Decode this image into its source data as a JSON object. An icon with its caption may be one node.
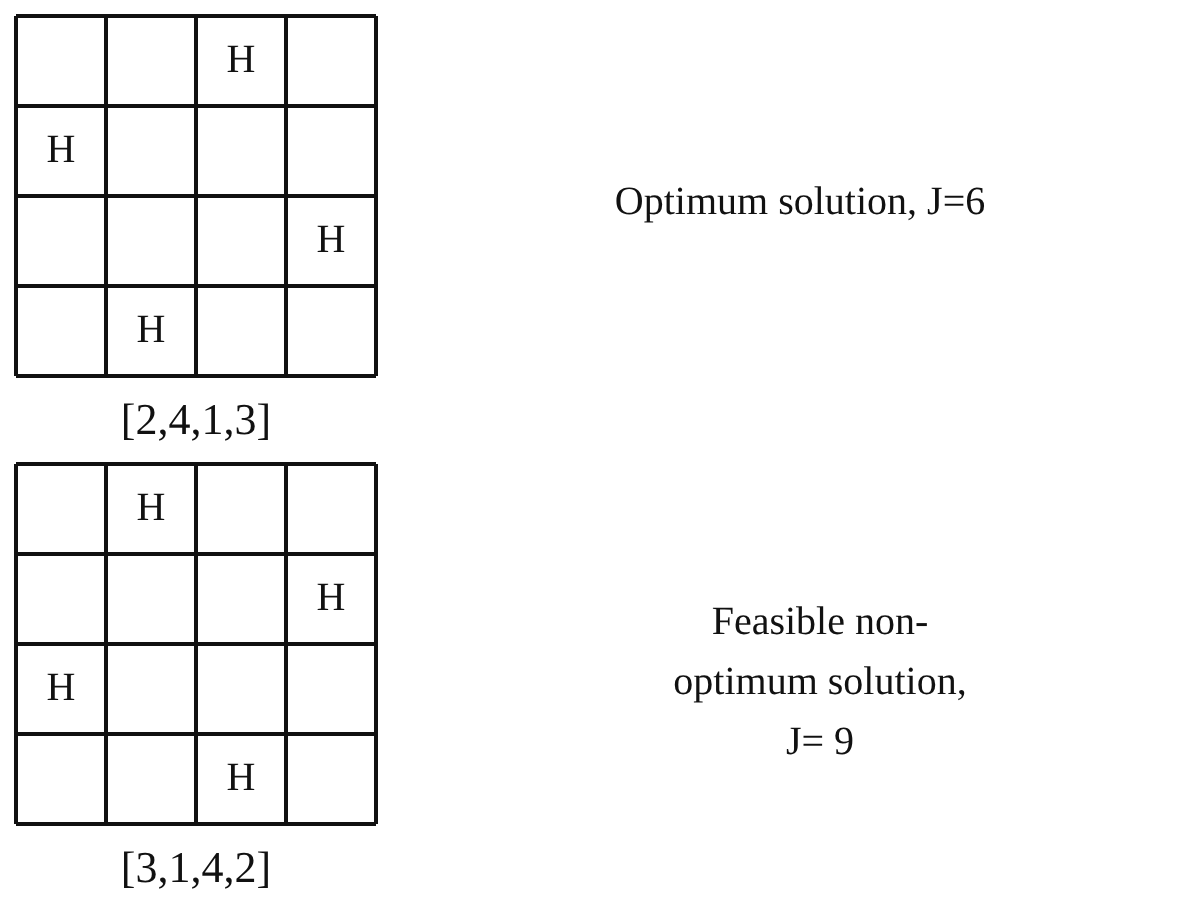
{
  "diagram": {
    "labels": [
      "H",
      "H",
      "H",
      "H",
      "[2,4,1,3]",
      "Optimum solution, J=6",
      "H",
      "H",
      "H",
      "H",
      "[3,1,4,2]",
      "Feasible non-optimum solution, J= 9"
    ]
  }
}
